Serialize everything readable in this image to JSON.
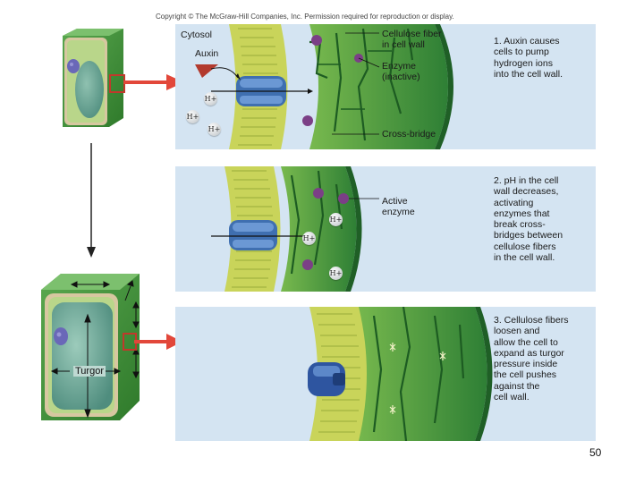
{
  "copyright": "Copyright © The McGraw-Hill Companies, Inc. Permission required for reproduction or display.",
  "page_number": "50",
  "panel1": {
    "labels": {
      "cytosol": "Cytosol",
      "auxin": "Auxin",
      "cellulose_fiber": "Cellulose fiber\nin cell wall",
      "enzyme_inactive": "Enzyme\n(inactive)",
      "cross_bridge": "Cross-bridge"
    },
    "ions": [
      "H+",
      "H+",
      "H+"
    ],
    "step_text": "1. Auxin causes\n    cells to pump\n    hydrogen ions\n    into the cell wall."
  },
  "panel2": {
    "labels": {
      "active_enzyme": "Active\nenzyme"
    },
    "ions": [
      "H+",
      "H+",
      "H+"
    ],
    "step_text": "2. pH in the cell\n    wall decreases,\n    activating\n    enzymes that\n    break cross-\n    bridges between\n    cellulose fibers\n    in the cell wall."
  },
  "panel3": {
    "step_text": "3. Cellulose fibers\n    loosen and\n    allow the cell to\n    expand as turgor\n    pressure inside\n    the cell pushes\n    against the\n    cell wall."
  },
  "cell_bottom": {
    "turgor_label": "Turgor"
  },
  "colors": {
    "panel_bg": "#d4e4f2",
    "cell_wall_green": "#3f8f3a",
    "cytoplasm": "#b9d68a",
    "vacuole": "#5e9a8c",
    "membrane": "#c9d45a",
    "protein_pump": "#3f6fb0",
    "enzyme_purple": "#7b3f86",
    "arrow_red": "#e2473a"
  }
}
